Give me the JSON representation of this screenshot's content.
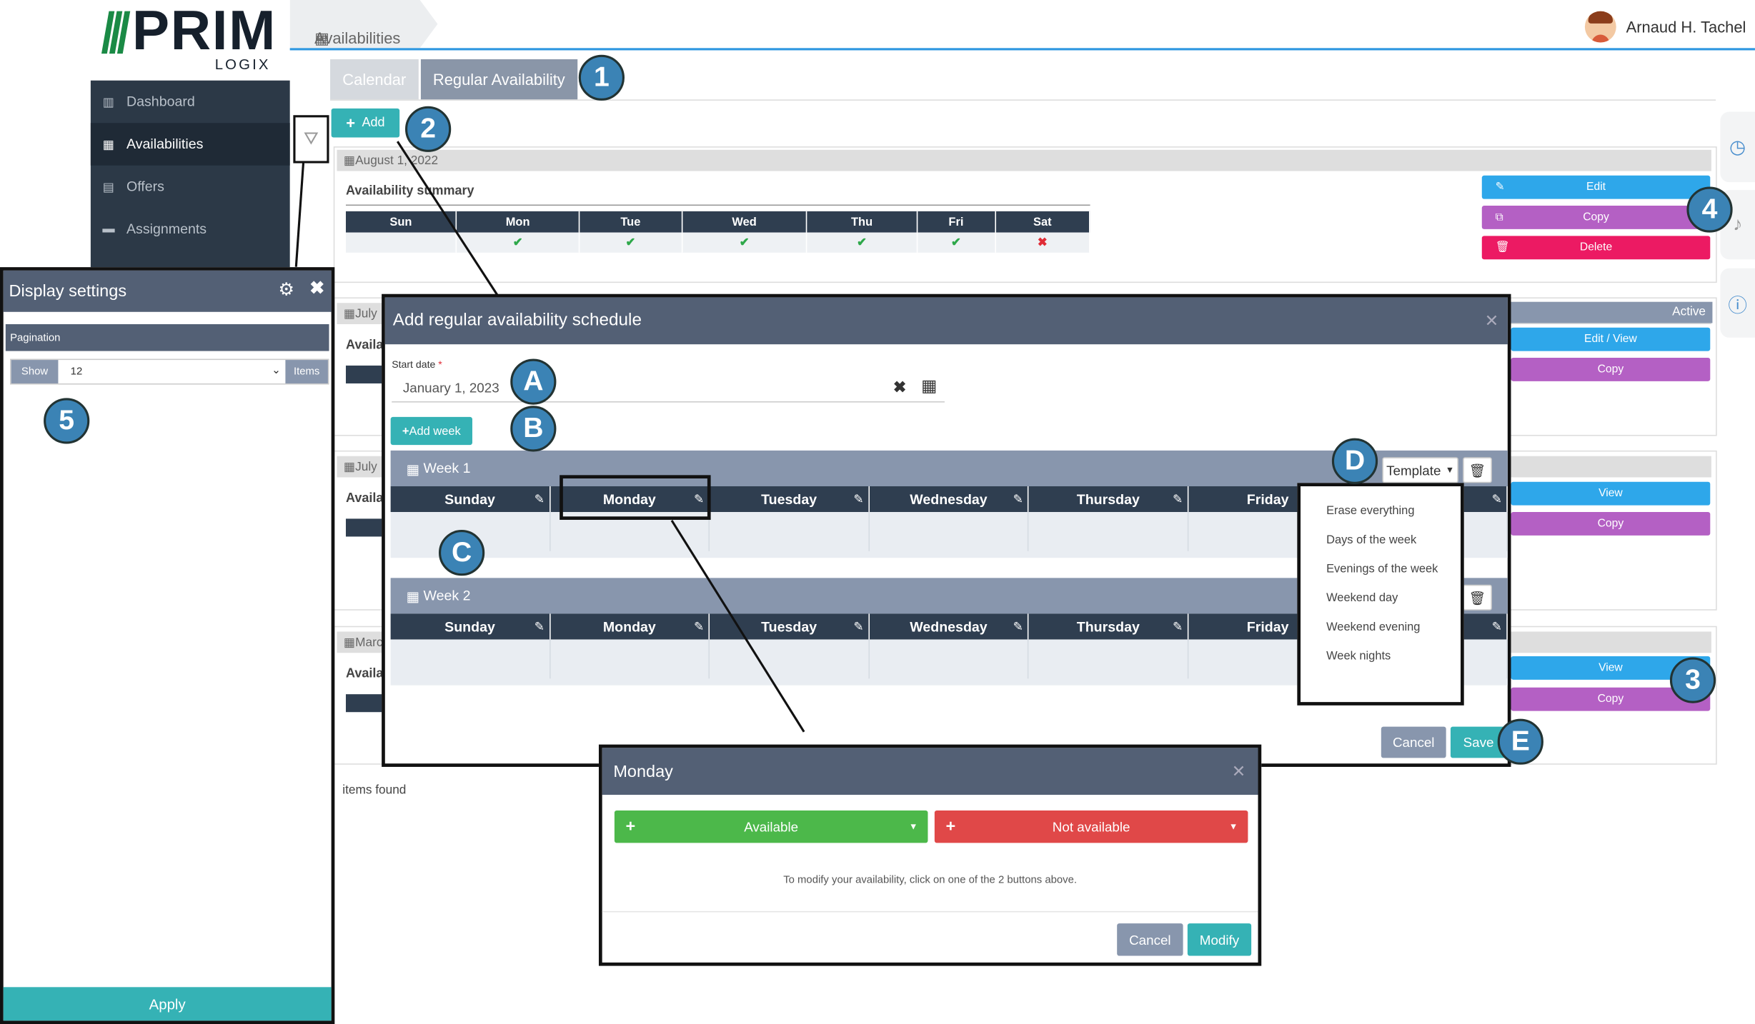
{
  "logo": {
    "name": "PRIM",
    "sub": "LOGIX"
  },
  "sidebar": {
    "items": [
      {
        "label": "Dashboard",
        "icon": "chart-icon"
      },
      {
        "label": "Availabilities",
        "icon": "calendar-icon"
      },
      {
        "label": "Offers",
        "icon": "offers-icon"
      },
      {
        "label": "Assignments",
        "icon": "briefcase-icon"
      }
    ]
  },
  "header": {
    "breadcrumb": "Availabilities",
    "user": "Arnaud H. Tachel"
  },
  "tabs": [
    "Calendar",
    "Regular Availability"
  ],
  "toolbar": {
    "add": "Add"
  },
  "card1": {
    "date": "August 1, 2022",
    "summary": "Availability summary",
    "days": [
      "Sun",
      "Mon",
      "Tue",
      "Wed",
      "Thu",
      "Fri",
      "Sat"
    ],
    "marks": [
      "",
      "✔",
      "✔",
      "✔",
      "✔",
      "✔",
      "✖"
    ],
    "edit": "Edit",
    "copy": "Copy",
    "delete": "Delete"
  },
  "card2": {
    "date": "July",
    "avail": "Availa",
    "status": "Active",
    "editview": "Edit / View",
    "copy": "Copy"
  },
  "card3": {
    "date": "July",
    "avail": "Availa",
    "view": "View",
    "copy": "Copy"
  },
  "card4": {
    "date": "Marc",
    "avail": "Availa",
    "view": "View",
    "copy": "Copy"
  },
  "items_found": "items found",
  "display_settings": {
    "title": "Display settings",
    "pagination": "Pagination",
    "show": "Show",
    "value": "12",
    "items": "Items",
    "apply": "Apply"
  },
  "modal": {
    "title": "Add regular availability schedule",
    "start_label": "Start date",
    "required": "*",
    "start_value": "January 1, 2023",
    "add_week": "Add week",
    "weeks": [
      "Week 1",
      "Week 2"
    ],
    "days": [
      "Sunday",
      "Monday",
      "Tuesday",
      "Wednesday",
      "Thursday",
      "Friday"
    ],
    "template": "Template",
    "cancel": "Cancel",
    "save": "Save"
  },
  "template_menu": [
    "Erase everything",
    "Days of the week",
    "Evenings of the week",
    "Weekend day",
    "Weekend evening",
    "Week nights"
  ],
  "monday_modal": {
    "title": "Monday",
    "available": "Available",
    "not_available": "Not available",
    "hint": "To modify your availability, click on one of the 2 buttons above.",
    "cancel": "Cancel",
    "modify": "Modify"
  },
  "badges": [
    "1",
    "2",
    "3",
    "4",
    "5",
    "A",
    "B",
    "C",
    "D",
    "E"
  ],
  "colors": {
    "teal": "#35b2b5",
    "blue": "#2ea7ea",
    "purple": "#b460c4",
    "pink": "#ec1a63",
    "header": "#536075",
    "green": "#4cb84a",
    "red": "#e04848"
  }
}
